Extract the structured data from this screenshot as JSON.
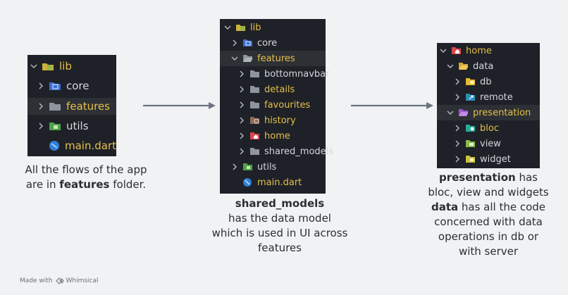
{
  "panel1": {
    "items": [
      {
        "label": "lib",
        "icon": "lib-folder-icon"
      },
      {
        "label": "core",
        "icon": "core-folder-icon"
      },
      {
        "label": "features",
        "icon": "folder-icon"
      },
      {
        "label": "utils",
        "icon": "utils-folder-icon"
      },
      {
        "label": "main.dart",
        "icon": "dart-file-icon"
      }
    ],
    "caption_line1": "All the flows of the app",
    "caption_line2_pre": "are in ",
    "caption_line2_bold": "features",
    "caption_line2_post": " folder."
  },
  "panel2": {
    "items": [
      {
        "label": "lib"
      },
      {
        "label": "core"
      },
      {
        "label": "features"
      },
      {
        "label": "bottomnavbar"
      },
      {
        "label": "details"
      },
      {
        "label": "favourites"
      },
      {
        "label": "history"
      },
      {
        "label": "home"
      },
      {
        "label": "shared_models"
      },
      {
        "label": "utils"
      },
      {
        "label": "main.dart"
      }
    ],
    "caption_bold": "shared_models",
    "caption_line2": "has the data model",
    "caption_line3": "which is used in UI across",
    "caption_line4": "features"
  },
  "panel3": {
    "items": [
      {
        "label": "home"
      },
      {
        "label": "data"
      },
      {
        "label": "db"
      },
      {
        "label": "remote"
      },
      {
        "label": "presentation"
      },
      {
        "label": "bloc"
      },
      {
        "label": "view"
      },
      {
        "label": "widget"
      }
    ],
    "caption_line1_bold": "presentation",
    "caption_line1_post": " has",
    "caption_line2": "bloc, view and widgets",
    "caption_line3_bold": "data",
    "caption_line3_post": " has all the code",
    "caption_line4": "concerned with data",
    "caption_line5": "operations in db or",
    "caption_line6": "with server"
  },
  "branding": {
    "made_with": "Made with",
    "name": "Whimsical"
  },
  "colors": {
    "panel_bg": "#1e2127",
    "highlight": "#2d3035",
    "yellow_text": "#e5c04a",
    "arrow": "#6b7480"
  }
}
